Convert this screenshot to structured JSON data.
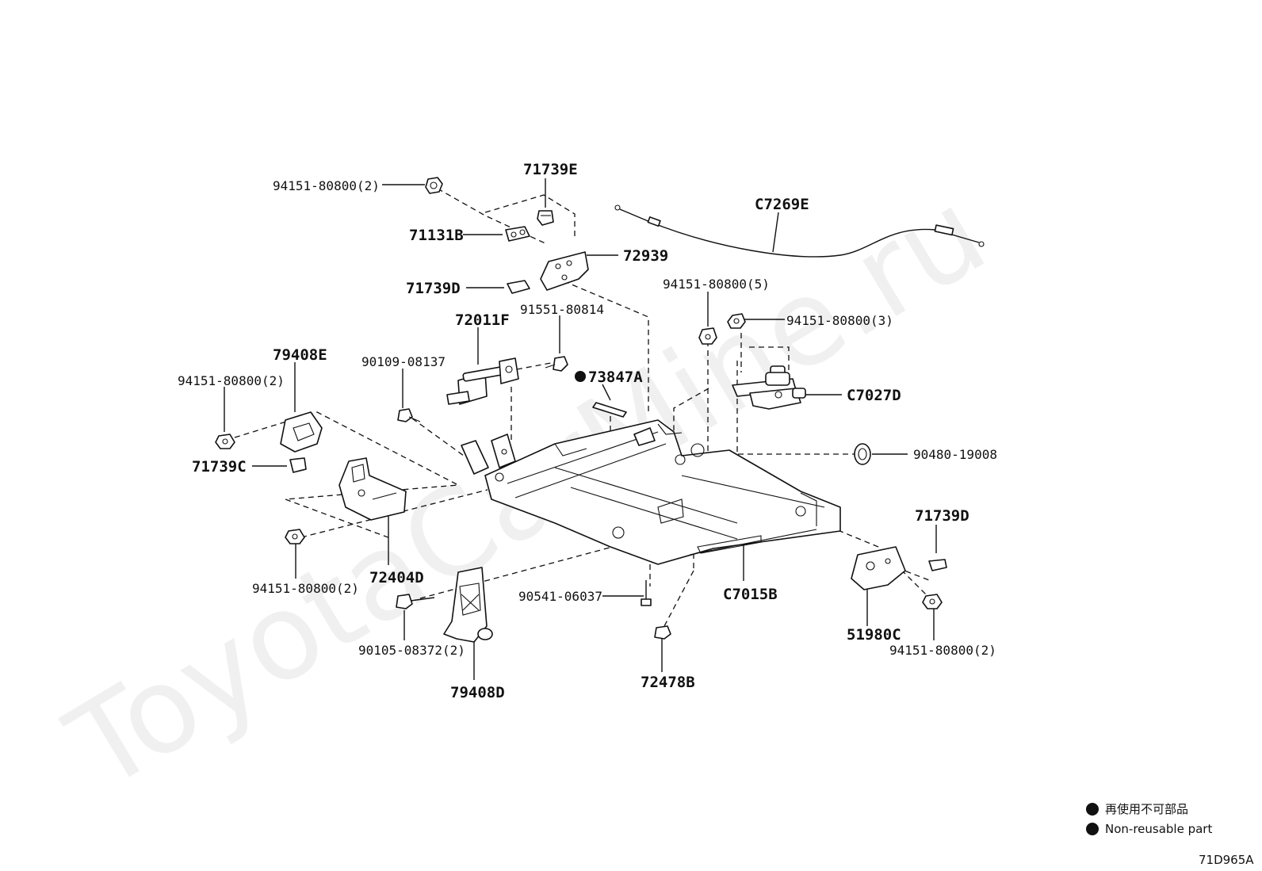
{
  "watermark": "ToyotaCarMine.ru",
  "diagram_code": "71D965A",
  "legend": {
    "jp": "再使用不可部品",
    "en": "Non-reusable part"
  },
  "labels": {
    "p94151_tl": "94151-80800(2)",
    "p71739E": "71739E",
    "pC7269E": "C7269E",
    "p71131B": "71131B",
    "p72939": "72939",
    "p71739D_top": "71739D",
    "p94151_5": "94151-80800(5)",
    "p94151_3": "94151-80800(3)",
    "p72011F": "72011F",
    "p91551": "91551-80814",
    "p79408E": "79408E",
    "p90109": "90109-08137",
    "p73847A": "73847A",
    "pC7027D": "C7027D",
    "p94151_l": "94151-80800(2)",
    "p90480": "90480-19008",
    "p71739C": "71739C",
    "p71739D_r": "71739D",
    "p94151_bl": "94151-80800(2)",
    "p72404D": "72404D",
    "p90541": "90541-06037",
    "pC7015B": "C7015B",
    "p90105": "90105-08372(2)",
    "p51980C": "51980C",
    "p94151_br": "94151-80800(2)",
    "p79408D": "79408D",
    "p72478B": "72478B"
  }
}
